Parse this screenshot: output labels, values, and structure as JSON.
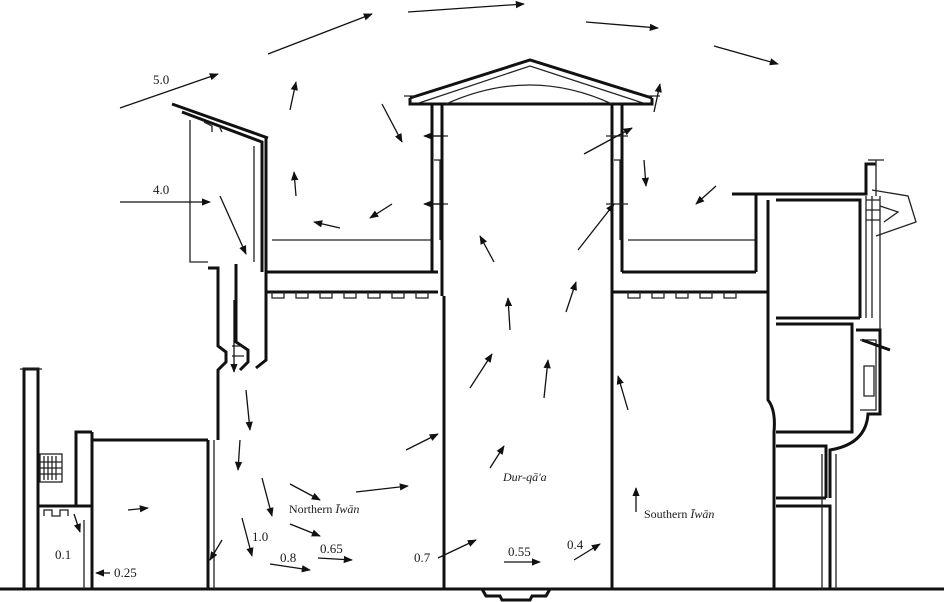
{
  "diagram": {
    "velocity_labels": {
      "v_5_0": "5.0",
      "v_4_0": "4.0",
      "v_1_0": "1.0",
      "v_0_8": "0.8",
      "v_0_65": "0.65",
      "v_0_7": "0.7",
      "v_0_55": "0.55",
      "v_0_4": "0.4",
      "v_0_1": "0.1",
      "v_0_25": "0.25"
    },
    "rooms": {
      "northern_iwan_word": "Northern",
      "northern_iwan_name": "Īwān",
      "durqaa": "Dur-qā'a",
      "southern_iwan_word": "Southern",
      "southern_iwan_name": "Īwān"
    },
    "colors": {
      "ink": "#111111",
      "background": "#ffffff"
    }
  }
}
